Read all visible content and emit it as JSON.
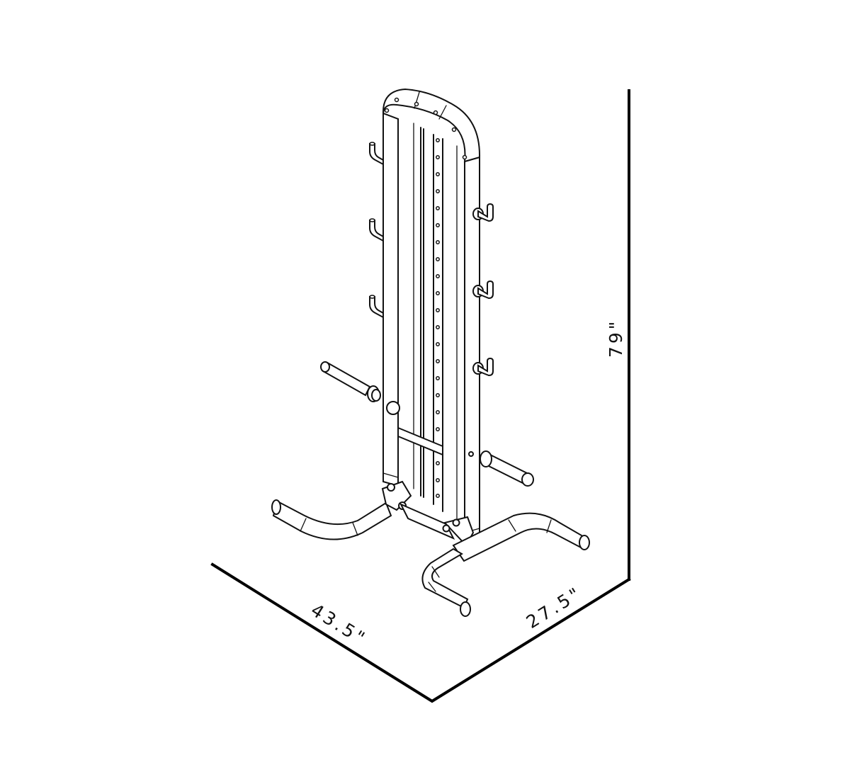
{
  "diagram": {
    "subject": "Weight storage rack (isometric line drawing)",
    "dimensions": {
      "height": "79\"",
      "length": "43.5\"",
      "width": "27.5\""
    },
    "colors": {
      "background": "#ffffff",
      "line": "#111111"
    },
    "components": {
      "left_hooks": 3,
      "right_hooks": 3,
      "plate_pegs": 2,
      "adjustment_holes": 24
    }
  }
}
